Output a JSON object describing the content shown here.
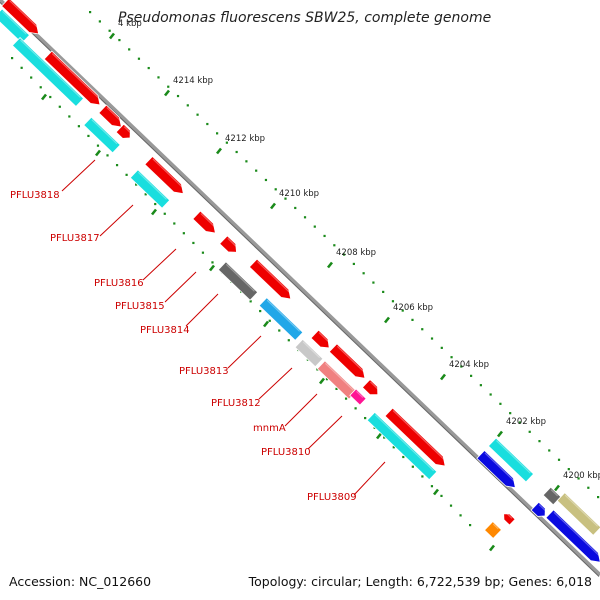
{
  "title": "Pseudomonas fluorescens SBW25, complete genome",
  "accession_text": "Accession: NC_012660",
  "topology_text": "Topology: circular; Length: 6,722,539 bp; Genes: 6,018",
  "scale_labels": [
    "4 kbp",
    "4214 kbp",
    "4212 kbp",
    "4210 kbp",
    "4208 kbp",
    "4206 kbp",
    "4204 kbp",
    "4202 kbp",
    "4200 kbp"
  ],
  "gene_labels": [
    "PFLU3818",
    "PFLU3817",
    "PFLU3816",
    "PFLU3815",
    "PFLU3814",
    "PFLU3813",
    "PFLU3812",
    "mnmA",
    "PFLU3810",
    "PFLU3809"
  ],
  "colors": {
    "label_red": "#cc0000",
    "cds_red": "#ee0000",
    "cyan": "#19dede",
    "blue": "#0a0ae0",
    "gray": "#666666",
    "light_gray": "#c8c8c8",
    "salmon": "#f08080",
    "magenta": "#ff1493",
    "orange": "#ff8800",
    "olive": "#c8c080",
    "sky_blue": "#21a7e8",
    "backbone": "#999999",
    "tick": "#1a8a1a"
  }
}
